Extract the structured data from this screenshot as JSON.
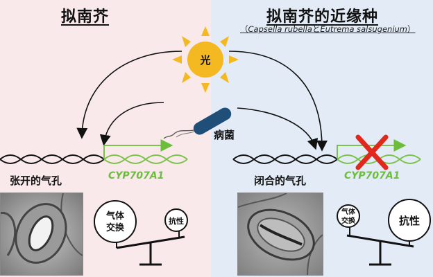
{
  "colors": {
    "left_bg": "#fae9ea",
    "right_bg": "#e3ecf6",
    "sun": "#f4b820",
    "gene_arrow": "#6cbd3c",
    "cross": "#e0281c",
    "pathogen": "#1f4e79"
  },
  "left": {
    "title": "拟南芥",
    "stomata_label": "张开的气孔",
    "gene_label": "CYP707A1",
    "balance": {
      "left_circle": "气体\n交换",
      "right_circle": "抗性",
      "heavier": "gas-exchange"
    }
  },
  "right": {
    "title": "拟南芥的近缘种",
    "subtitle_prefix": "（",
    "subtitle_species_1": "Capsella rubella",
    "subtitle_joiner": "と",
    "subtitle_species_2": "Eutrema salsugenium",
    "subtitle_suffix": "）",
    "stomata_label": "闭合的气孔",
    "gene_label": "CYP707A1",
    "balance": {
      "left_circle": "气体\n交换",
      "right_circle": "抗性",
      "heavier": "resistance"
    }
  },
  "center": {
    "sun_label": "光",
    "pathogen_label": "病菌"
  },
  "icons": [
    "sun-icon",
    "pathogen-icon",
    "cross-icon",
    "balance-icon",
    "dna-icon"
  ]
}
